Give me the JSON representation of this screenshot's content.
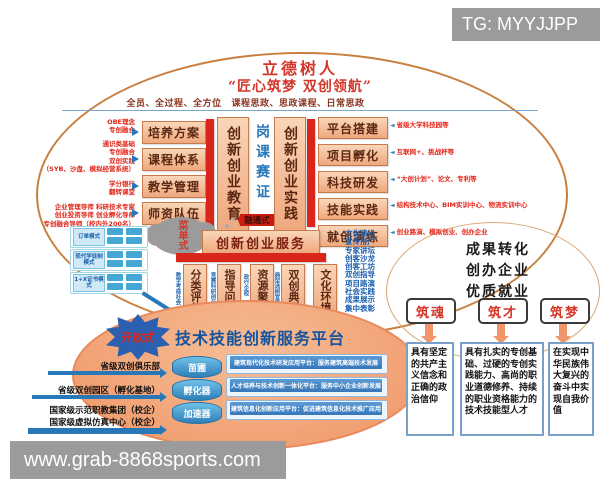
{
  "colors": {
    "accent_red": "#d4362a",
    "accent_blue": "#2878b8",
    "orange": "#ef9565",
    "gray_watermark": "#9b9b9b"
  },
  "watermarks": {
    "top": "TG: MYYJJPP",
    "bottom": "www.grab-8868sports.com"
  },
  "header": {
    "title": "立德树人",
    "subtitle": "“匠心筑梦 双创领航”",
    "slogan_left": "全员、全过程、全方位",
    "slogan_right": "课程思政、思政课程、日常思政"
  },
  "left_items": [
    {
      "label": "培养方案",
      "note": "OBE理念\n专创融合"
    },
    {
      "label": "课程体系",
      "note": "通识类基础\n专创融合\n双创实践\n（SYB、沙盘、模拟经营系统）"
    },
    {
      "label": "教学管理",
      "note": "学分银行\n翻转课堂"
    },
    {
      "label": "师资队伍",
      "note": "企业管理导师 科研技术专家\n创业投资导师 创业孵化导师\n专创融合导师（校内外200名）"
    }
  ],
  "pillars": {
    "left": "创新创业教育",
    "center": "岗课赛证",
    "right": "创新创业实践"
  },
  "ribbon": "融通式",
  "cloud": "菜单式",
  "star": "开放式",
  "right_items": [
    {
      "label": "平台搭建",
      "note": "省级大学科技园等"
    },
    {
      "label": "项目孵化",
      "note": "互联网+、挑战杯等"
    },
    {
      "label": "科技研发",
      "note": "“大创计划”、论文、专利等"
    },
    {
      "label": "技能实践",
      "note": "结构技术中心、BIM实训中心、物流实训中心"
    },
    {
      "label": "就创演练",
      "note": "创业路演、模拟创业、创办企业"
    }
  ],
  "modes": [
    {
      "label": "订单模式"
    },
    {
      "label": "现代学徒制模式"
    },
    {
      "label": "1+X证书模式"
    }
  ],
  "service": {
    "header": "创新创业服务",
    "boxes": [
      {
        "label": "分类评价",
        "tag": "教学考核社会"
      },
      {
        "label": "指导问诊",
        "tag": "竞赛科研创业"
      },
      {
        "label": "资源聚集",
        "tag": "政行企校"
      },
      {
        "label": "双创典型",
        "tag": "典型选树宣传"
      },
      {
        "label": "文化环境",
        "tag": ""
      }
    ],
    "culture": [
      "文化建设",
      "宣传推广",
      "专家讲坛",
      "创客沙龙",
      "创客工坊",
      "双创指导",
      "项目路演",
      "社会实践",
      "成果展示",
      "集中表彰"
    ]
  },
  "platform": {
    "title": "技术技能创新服务平台",
    "cylinders": [
      "苗圃",
      "孵化器",
      "加速器"
    ],
    "rows": [
      "建筑现代化技术研发应用平台：服务建筑高端技术发展",
      "人才培养与技术创新一体化平台：服务中小企业创新发展",
      "建筑信息化创新应用平台：促进建筑信息化技术推广应用"
    ],
    "left_labels": [
      "省级双创俱乐部",
      "省级双创园区（孵化基地）",
      "国家级示范职教集团（校企）",
      "国家级虚拟仿真中心（校企）"
    ]
  },
  "outcome": {
    "text": "成果转化\n创办企业\n优质就业",
    "pillars": [
      {
        "label": "筑魂",
        "text": "具有坚定的共产主义信念和正确的政治信仰"
      },
      {
        "label": "筑才",
        "text": "具有扎实的专创基础、过硬的专创实践能力、高尚的职业道德修养、持续的职业资格能力的技术技能型人才"
      },
      {
        "label": "筑梦",
        "text": "在实现中华民族伟大复兴的奋斗中实现自我价值"
      }
    ]
  }
}
